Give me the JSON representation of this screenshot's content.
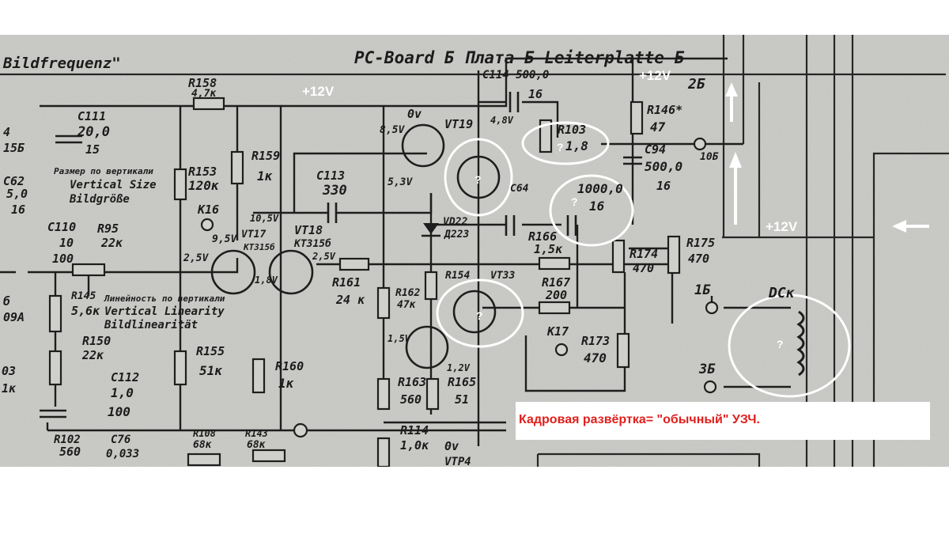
{
  "caption": "Кадровая развёртка= \"обычный\" УЗЧ.",
  "annotations": {
    "supply_1": "+12V",
    "supply_2": "+12V",
    "supply_3": "+12V",
    "question_mark": "?"
  },
  "schematic": {
    "header_left": "Bildfrequenz\"",
    "header_right": "PC-Board Б Плата Б Leiterplatte Б",
    "labels": {
      "r158": "R158",
      "r158_val": "4,7к",
      "r153": "R153",
      "r153_val": "120к",
      "r159": "R159",
      "r159_val": "1к",
      "c113": "C113",
      "c113_val": "330",
      "c114": "C114 500,0",
      "c114_val": "16",
      "vt19": "VT19",
      "r103": "R103",
      "r103_val": "1,8",
      "r146": "R146*",
      "r146_val": "47",
      "c94": "C94",
      "c94_val": "500,0",
      "c94_v": "16",
      "c111": "C111",
      "c111_val": "20,0",
      "c111_v": "15",
      "size_ru": "Размер по вертикали",
      "size_en": "Vertical Size",
      "size_de": "Bildgröße",
      "c110": "C110",
      "c110_val": "10",
      "c110_v": "100",
      "r95": "R95",
      "r95_val": "22к",
      "k16": "К16",
      "vt17": "VT17",
      "kt_a": "КТ315б",
      "vt18": "VT18",
      "kt_b": "КТ315б",
      "c64": "C64",
      "c_big": "1000,0",
      "c_big_v": "16",
      "vd22": "VD22",
      "d223": "Д223",
      "r166": "R166",
      "r166_val": "1,5к",
      "r174": "R174",
      "r174_val": "470",
      "r175": "R175",
      "r175_val": "470",
      "r161": "R161",
      "r161_val": "24 к",
      "r162": "R162",
      "r162_val": "47к",
      "r154": "R154",
      "vt33": "VT33",
      "r167": "R167",
      "r167_val": "200",
      "k17": "К17",
      "r173": "R173",
      "r173_val": "470",
      "lin_ru": "Линейность по вертикали",
      "lin_en": "Vertical Linearity",
      "lin_de": "Bildlinearität",
      "r145": "R145",
      "r145_val": "5,6к",
      "r150": "R150",
      "r150_val": "22к",
      "c112": "C112",
      "c112_val": "1,0",
      "c112_v": "100",
      "r155": "R155",
      "r155_val": "51к",
      "r160": "R160",
      "r160_val": "1к",
      "r163": "R163",
      "r163_val": "560",
      "r165": "R165",
      "r165_val": "51",
      "r102": "R102",
      "r102_val": "560",
      "c76": "C76",
      "c76_val": "0,033",
      "r108": "R108",
      "r108_val": "68к",
      "r143": "R143",
      "r143_val": "68к",
      "r114": "R114",
      "r114_val": "1,0к",
      "vtp4": "VTP4",
      "pin1": "1Б",
      "pin2": "2Б",
      "pin3": "3Б",
      "pin10": "10Б",
      "dck": "DCк",
      "c62": "C62",
      "c62_val": "5,0",
      "c62_v": "16",
      "v9_5": "9,5V",
      "v2_5": "2,5V",
      "v10_5": "10,5V",
      "v5_3": "5,3V",
      "v8_5": "8,5V",
      "v0": "0v",
      "v1_8": "1,8V",
      "v4_8": "4,8V",
      "v1_5": "1,5V",
      "v1_2": "1,2V",
      "k15b": "15Б",
      "k09a": "09A",
      "left_1k": "1к",
      "left_03": "03",
      "left_4": "4",
      "left_6": "б"
    }
  }
}
